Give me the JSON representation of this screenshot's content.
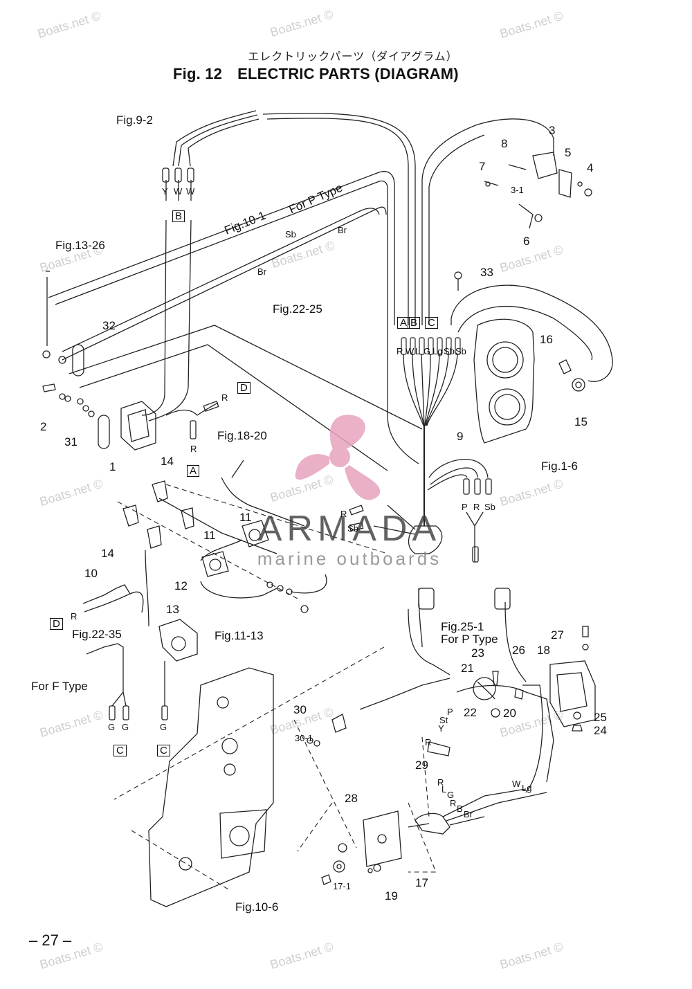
{
  "header": {
    "jp_title": "エレクトリックパーツ（ダイアグラム）",
    "fig_number": "Fig. 12",
    "fig_title": "ELECTRIC PARTS (DIAGRAM)"
  },
  "watermark": {
    "text": "Boats.net ©"
  },
  "brand_overlay": {
    "name": "ARMADA",
    "tagline": "marine outboards",
    "logo_color": "#e7a3bf"
  },
  "references": {
    "fig_9_2": "Fig.9-2",
    "fig_10_1": "Fig.10-1",
    "for_p_type_top": "For P Type",
    "fig_13_26": "Fig.13-26",
    "fig_22_25": "Fig.22-25",
    "fig_18_20": "Fig.18-20",
    "fig_1_6": "Fig.1-6",
    "fig_11_13": "Fig.11-13",
    "fig_22_35": "Fig.22-35",
    "for_f_type": "For F Type",
    "fig_25_1": "Fig.25-1",
    "for_p_type_bottom": "For P Type",
    "fig_10_6": "Fig.10-6"
  },
  "wire_colors": {
    "y": "Y",
    "w1": "W",
    "w2": "W",
    "sb_top": "Sb",
    "br_top": "Br",
    "br_mid": "Br",
    "r_d": "R",
    "r_a": "R",
    "r_d2": "R",
    "hub": [
      "R",
      "W",
      "L",
      "G",
      "Lg",
      "Sb",
      "Sb"
    ],
    "prs": [
      "P",
      "R",
      "Sb"
    ],
    "r_mid": "R",
    "sb_mid": "Sb",
    "g1": "G",
    "g2": "G",
    "g3": "G",
    "sw_p": "P",
    "sw_st": "St",
    "sw_y": "Y",
    "r_29": "R",
    "harness": [
      "R",
      "L",
      "G",
      "R",
      "B",
      "Br"
    ],
    "w": "W",
    "lg": "Lg"
  },
  "connectors": {
    "a": "A",
    "b": "B",
    "c": "C",
    "d": "D"
  },
  "part_numbers": {
    "p1": "1",
    "p2": "2",
    "p3": "3",
    "p3_1": "3-1",
    "p4": "4",
    "p5": "5",
    "p6": "6",
    "p7": "7",
    "p8": "8",
    "p9": "9",
    "p10": "10",
    "p11a": "11",
    "p11b": "11",
    "p12": "12",
    "p13": "13",
    "p14a": "14",
    "p14b": "14",
    "p15": "15",
    "p16": "16",
    "p17": "17",
    "p17_1": "17-1",
    "p18": "18",
    "p19": "19",
    "p20": "20",
    "p21": "21",
    "p22": "22",
    "p23": "23",
    "p24": "24",
    "p25": "25",
    "p26": "26",
    "p27": "27",
    "p28": "28",
    "p29": "29",
    "p30": "30",
    "p30_1": "30-1",
    "p31": "31",
    "p32": "32",
    "p33": "33"
  },
  "page_number": "– 27 –"
}
